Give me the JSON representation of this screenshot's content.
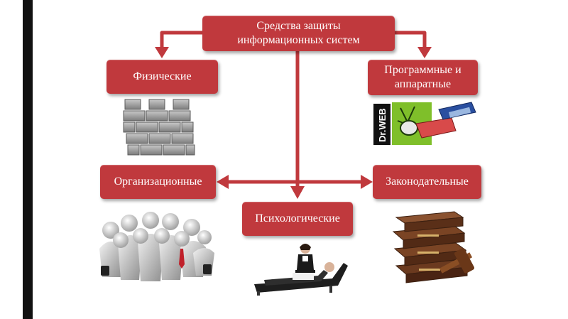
{
  "diagram": {
    "root": {
      "line1": "Средства защиты",
      "line2": "информационных систем"
    },
    "nodes": {
      "physical": "Физические",
      "software": {
        "line1": "Программные и",
        "line2": "аппаратные"
      },
      "organizational": "Организационные",
      "legislative": "Законодательные",
      "psychological": "Психологические"
    },
    "logo_text": "Dr.WEB"
  },
  "colors": {
    "box": "#c0393d",
    "arrow": "#c0393d",
    "text": "#ffffff"
  },
  "icons": [
    "brick-wall-icon",
    "dr-web-software-icon",
    "people-team-icon",
    "psychologist-session-icon",
    "law-books-gavel-icon"
  ]
}
